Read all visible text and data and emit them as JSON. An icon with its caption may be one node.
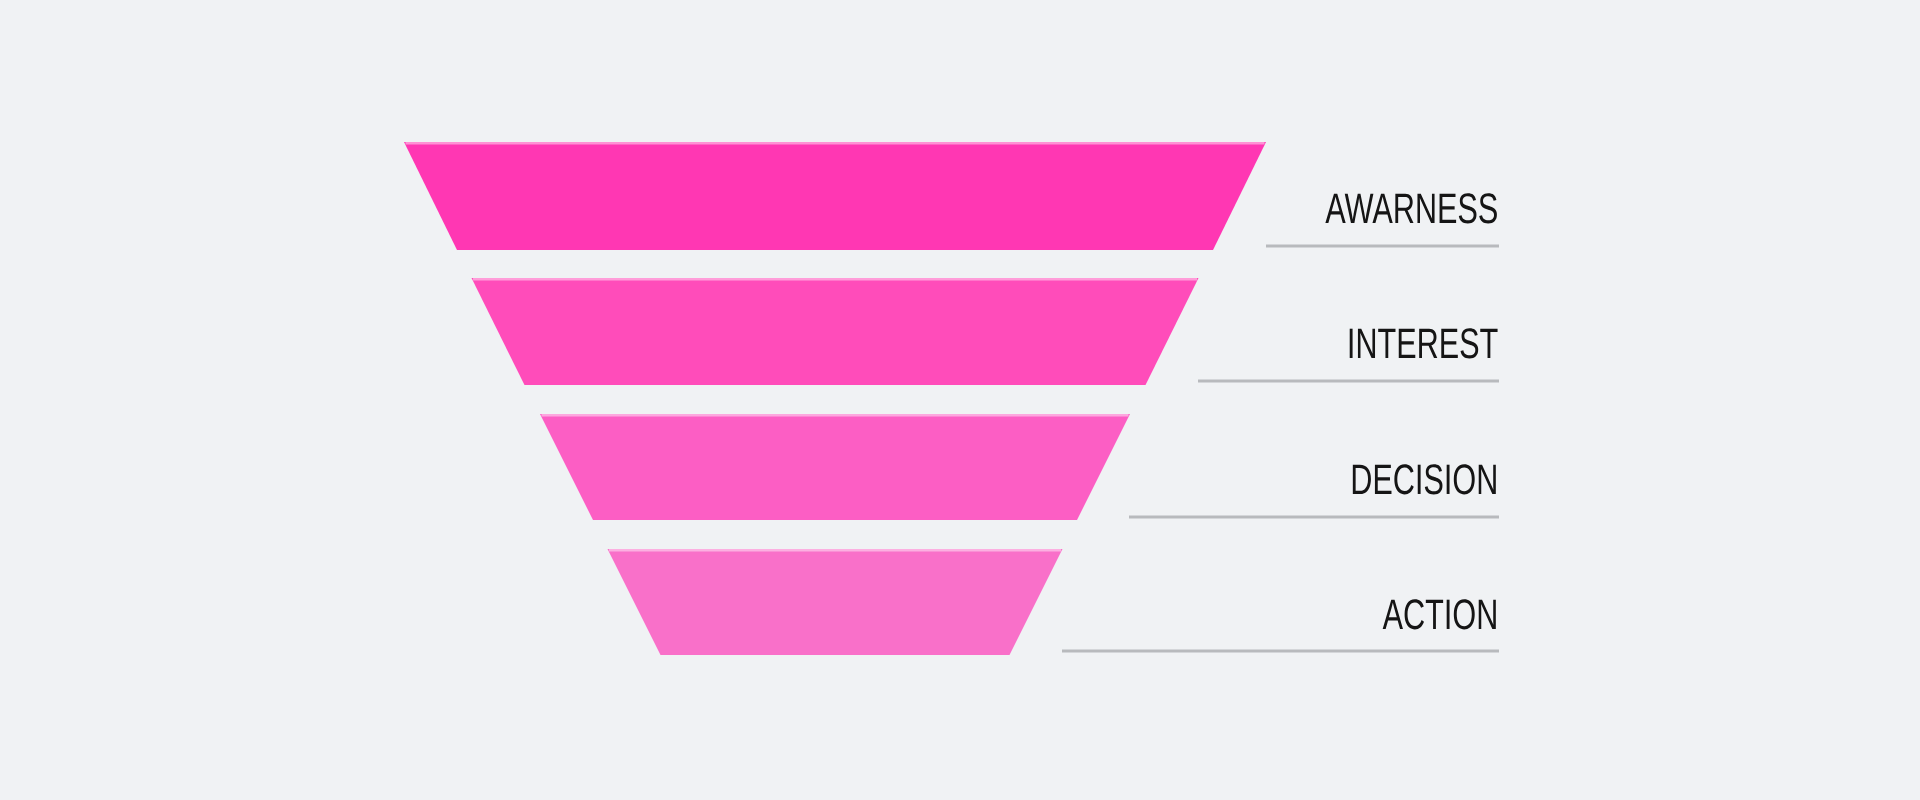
{
  "diagram": {
    "nodes": [
      {
        "text": [],
        "shape": "trapezoid"
      },
      {
        "text": [],
        "shape": "trapezoid"
      },
      {
        "text": [],
        "shape": "trapezoid"
      },
      {
        "text": [],
        "shape": "trapezoid"
      }
    ],
    "labels": [
      "AWARNESS",
      "INTEREST",
      "DECISION",
      "ACTION"
    ]
  }
}
